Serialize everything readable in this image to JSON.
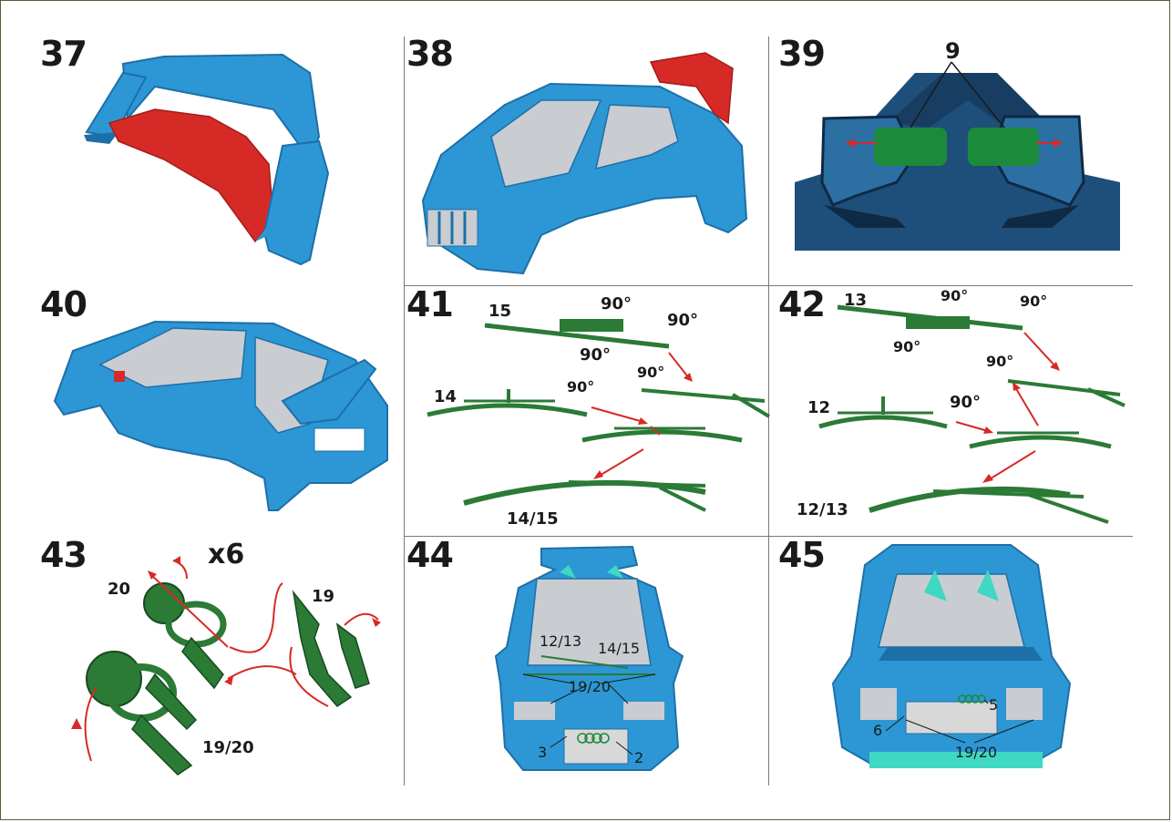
{
  "steps": [
    {
      "number": "37"
    },
    {
      "number": "38"
    },
    {
      "number": "39",
      "labels": {
        "part": "9"
      }
    },
    {
      "number": "40"
    },
    {
      "number": "41",
      "labels": {
        "a": "15",
        "b": "14",
        "c": "14/15",
        "rot1": "90°",
        "rot2": "90°",
        "rot3": "90°",
        "rot4": "90°",
        "rot5": "90°"
      }
    },
    {
      "number": "42",
      "labels": {
        "a": "13",
        "b": "12",
        "c": "12/13",
        "rot1": "90°",
        "rot2": "90°",
        "rot3": "90°",
        "rot4": "90°",
        "rot5": "90°"
      }
    },
    {
      "number": "43",
      "labels": {
        "count": "x6",
        "p20": "20",
        "p19": "19",
        "p1920": "19/20"
      }
    },
    {
      "number": "44",
      "labels": {
        "w1": "12/13",
        "w2": "14/15",
        "c": "19/20",
        "p3": "3",
        "p2": "2"
      }
    },
    {
      "number": "45",
      "labels": {
        "p5": "5",
        "p6": "6",
        "c": "19/20"
      }
    }
  ],
  "colors": {
    "body_blue": "#2c97d4",
    "body_dark": "#1e6fa8",
    "accent_red": "#d62a26",
    "part_green": "#2b7a36",
    "glass": "#c9ccd1",
    "label": "#1a1a1a"
  }
}
